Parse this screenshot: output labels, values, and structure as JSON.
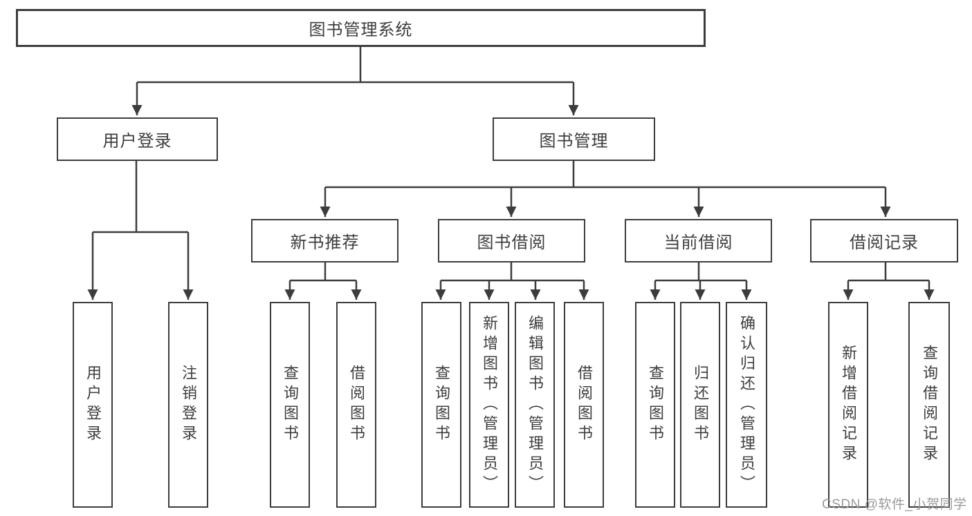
{
  "diagram": {
    "root": {
      "label": "图书管理系统"
    },
    "branches": [
      {
        "label": "用户登录",
        "children": [
          {
            "label": "用户登录"
          },
          {
            "label": "注销登录"
          }
        ]
      },
      {
        "label": "图书管理",
        "children": [
          {
            "label": "新书推荐",
            "children": [
              {
                "label": "查询图书"
              },
              {
                "label": "借阅图书"
              }
            ]
          },
          {
            "label": "图书借阅",
            "children": [
              {
                "label": "查询图书"
              },
              {
                "label": "新增图书（管理员）"
              },
              {
                "label": "编辑图书（管理员）"
              },
              {
                "label": "借阅图书"
              }
            ]
          },
          {
            "label": "当前借阅",
            "children": [
              {
                "label": "查询图书"
              },
              {
                "label": "归还图书"
              },
              {
                "label": "确认归还（管理员）"
              }
            ]
          },
          {
            "label": "借阅记录",
            "children": [
              {
                "label": "新增借阅记录"
              },
              {
                "label": "查询借阅记录"
              }
            ]
          }
        ]
      }
    ]
  },
  "watermark": {
    "text": "CSDN @软件_小贺同学"
  },
  "colors": {
    "line": "#3c3c3c",
    "text": "#3d3d3d",
    "background": "#ffffff",
    "watermark": "#9a9a9a"
  }
}
